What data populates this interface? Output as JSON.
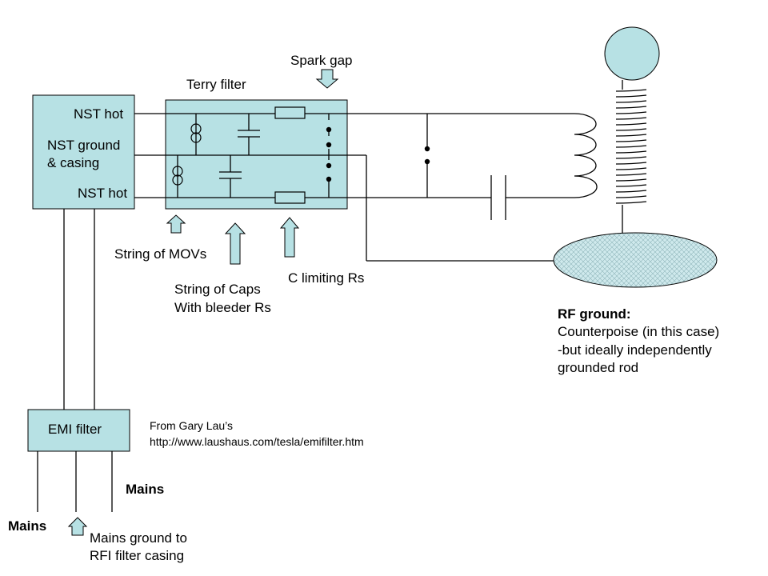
{
  "colors": {
    "box_fill": "#b7e1e4",
    "box_stroke": "#000000",
    "wire": "#000000"
  },
  "nst": {
    "hot_top": "NST hot",
    "ground_line1": "NST ground",
    "ground_line2": "& casing",
    "hot_bottom": "NST hot"
  },
  "terry_filter": {
    "title": "Terry filter"
  },
  "spark_gap": {
    "label": "Spark gap"
  },
  "annotations": {
    "movs": "String of MOVs",
    "caps_line1": "String of Caps",
    "caps_line2": "With bleeder Rs",
    "c_limiting": "C limiting Rs"
  },
  "rf_ground": {
    "title": "RF ground:",
    "line1": "Counterpoise (in this case)",
    "line2": "-but ideally independently",
    "line3": "grounded rod"
  },
  "emi_filter": {
    "label": "EMI filter"
  },
  "credit": {
    "line1": "From Gary Lau’s",
    "line2": "http://www.laushaus.com/tesla/emifilter.htm"
  },
  "mains": {
    "right": "Mains",
    "left": "Mains",
    "ground_line1": "Mains ground to",
    "ground_line2": "RFI filter casing"
  }
}
